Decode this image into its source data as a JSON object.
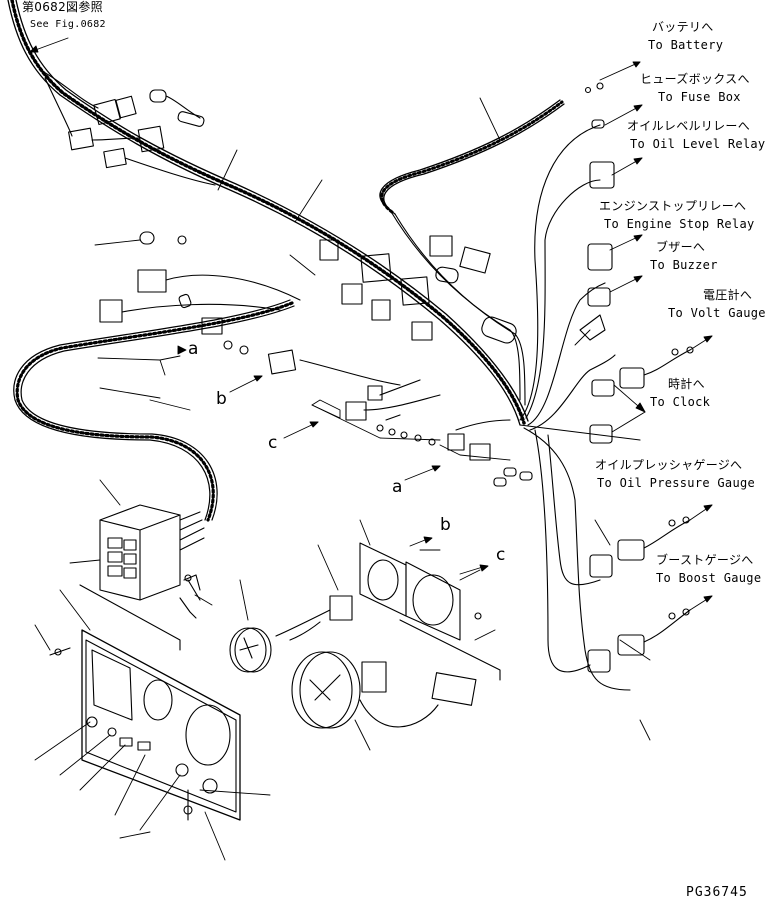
{
  "figure_reference": {
    "jp": "第0682図参照",
    "en": "See Fig.0682"
  },
  "callouts": [
    {
      "id": "battery",
      "jp": "バッテリへ",
      "en": "To Battery"
    },
    {
      "id": "fuse-box",
      "jp": "ヒューズボックスへ",
      "en": "To Fuse Box"
    },
    {
      "id": "oil-level-relay",
      "jp": "オイルレベルリレーへ",
      "en": "To Oil Level Relay"
    },
    {
      "id": "engine-stop-relay",
      "jp": "エンジンストップリレーへ",
      "en": "To Engine Stop Relay"
    },
    {
      "id": "buzzer",
      "jp": "ブザーへ",
      "en": "To Buzzer"
    },
    {
      "id": "volt-gauge",
      "jp": "電圧計へ",
      "en": "To Volt Gauge"
    },
    {
      "id": "clock",
      "jp": "時計へ",
      "en": "To Clock"
    },
    {
      "id": "oil-pressure-gauge",
      "jp": "オイルプレッシャゲージへ",
      "en": "To Oil Pressure Gauge"
    },
    {
      "id": "boost-gauge",
      "jp": "ブーストゲージへ",
      "en": "To Boost Gauge"
    }
  ],
  "reference_letters": [
    "a",
    "b",
    "c",
    "a",
    "b",
    "c"
  ],
  "drawing_code": "PG36745"
}
